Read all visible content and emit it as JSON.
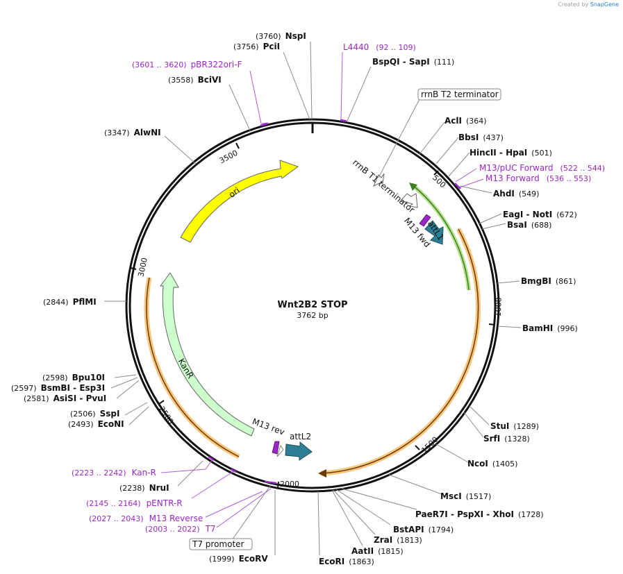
{
  "credit": {
    "prefix": "Created by",
    "brand": "SnapGene"
  },
  "plasmid": {
    "name": "Wnt2B2 STOP",
    "size_label": "3762 bp",
    "length": 3762
  },
  "ticks": [
    "500",
    "1000",
    "1500",
    "2000",
    "2500",
    "3000",
    "3500"
  ],
  "colors": {
    "enzyme": "#000000",
    "primer": "#9b26c7",
    "ori": "#ffff00",
    "kanr": "#ccffcc",
    "att": "#2e7f96",
    "terminator": "#ffffff",
    "orf": "#f5a623",
    "green_feature": "#58a13a"
  },
  "enzymes": [
    {
      "name": "NspI",
      "pos": "(3760)"
    },
    {
      "name": "PciI",
      "pos": "(3756)"
    },
    {
      "name": "BciVI",
      "pos": "(3558)"
    },
    {
      "name": "AlwNI",
      "pos": "(3347)"
    },
    {
      "name": "PflMI",
      "pos": "(2844)"
    },
    {
      "name": "Bpu10I",
      "pos": "(2598)"
    },
    {
      "name": "BsmBI  - Esp3I",
      "pos": "(2597)"
    },
    {
      "name": "AsiSI  - PvuI",
      "pos": "(2581)"
    },
    {
      "name": "SspI",
      "pos": "(2506)"
    },
    {
      "name": "EcoNI",
      "pos": "(2493)"
    },
    {
      "name": "NruI",
      "pos": "(2238)"
    },
    {
      "name": "EcoRV",
      "pos": "(1999)"
    },
    {
      "name": "EcoRI",
      "pos": "(1863)"
    },
    {
      "name": "AatII",
      "pos": "(1815)"
    },
    {
      "name": "ZraI",
      "pos": "(1813)"
    },
    {
      "name": "BstAPI",
      "pos": "(1794)"
    },
    {
      "name": "PaeR7I  - PspXI  - XhoI",
      "pos": "(1728)"
    },
    {
      "name": "MscI",
      "pos": "(1517)"
    },
    {
      "name": "NcoI",
      "pos": "(1405)"
    },
    {
      "name": "SrfI",
      "pos": "(1328)"
    },
    {
      "name": "StuI",
      "pos": "(1289)"
    },
    {
      "name": "BamHI",
      "pos": "(996)"
    },
    {
      "name": "BmgBI",
      "pos": "(861)"
    },
    {
      "name": "BsaI",
      "pos": "(688)"
    },
    {
      "name": "EagI  - NotI",
      "pos": "(672)"
    },
    {
      "name": "AhdI",
      "pos": "(549)"
    },
    {
      "name": "HincII  - HpaI",
      "pos": "(501)"
    },
    {
      "name": "BbsI",
      "pos": "(437)"
    },
    {
      "name": "AclI",
      "pos": "(364)"
    },
    {
      "name": "BspQI  - SapI",
      "pos": "(111)"
    }
  ],
  "primers": [
    {
      "name": "L4440",
      "range": "(92 .. 109)"
    },
    {
      "name": "pBR322ori-F",
      "range": "(3601 .. 3620)"
    },
    {
      "name": "M13/pUC Forward",
      "range": "(522 .. 544)"
    },
    {
      "name": "M13 Forward",
      "range": "(536 .. 553)"
    },
    {
      "name": "Kan-R",
      "range": "(2223 .. 2242)"
    },
    {
      "name": "pENTR-R",
      "range": "(2145 .. 2164)"
    },
    {
      "name": "M13 Reverse",
      "range": "(2027 .. 2043)"
    },
    {
      "name": "T7",
      "range": "(2003 .. 2022)"
    }
  ],
  "boxed_labels": [
    "rrnB T2 terminator",
    "T7 promoter"
  ],
  "features": [
    "ori",
    "KanR",
    "rrnB T1 terminator",
    "M13 fwd",
    "attL1",
    "M13 rev",
    "attL2"
  ]
}
